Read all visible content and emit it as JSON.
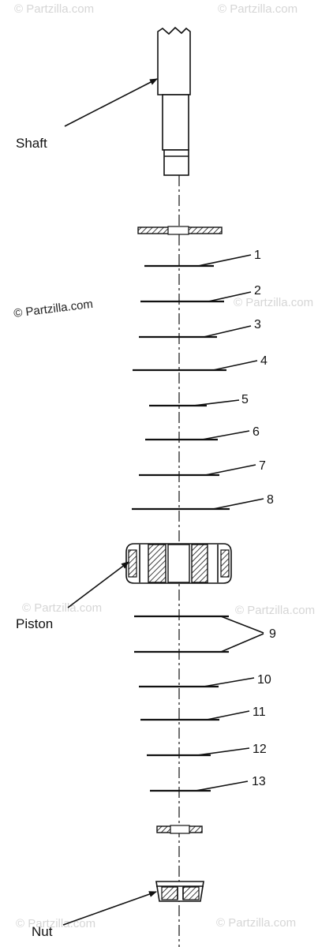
{
  "watermarks": {
    "main": "© Partzilla.com",
    "faint": "© Partzilla.com"
  },
  "labels": {
    "shaft": "Shaft",
    "piston": "Piston",
    "nut": "Nut"
  },
  "callouts": [
    "1",
    "2",
    "3",
    "4",
    "5",
    "6",
    "7",
    "8",
    "9",
    "10",
    "11",
    "12",
    "13"
  ]
}
